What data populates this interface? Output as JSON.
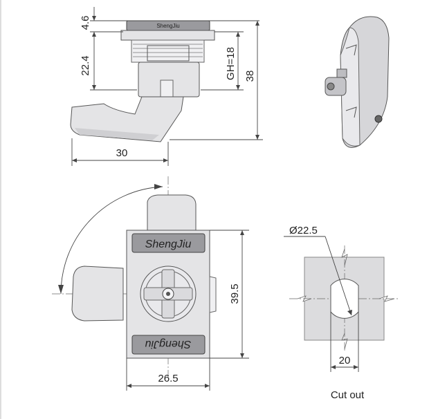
{
  "dimensions": {
    "d_4_6": "4.6",
    "d_22_4": "22.4",
    "d_gh": "GH=18",
    "d_38": "38",
    "d_30": "30",
    "d_39_5": "39.5",
    "d_26_5": "26.5",
    "d_dia": "Ø22.5",
    "d_20": "20"
  },
  "labels": {
    "cutout": "Cut out",
    "brand_top": "ShengJiu",
    "brand_bottom": "ShengJiu",
    "side_brand": "ShengJiu"
  },
  "colors": {
    "line": "#444444",
    "body": "#e4e4e6",
    "dark": "#9a9a9e",
    "plate": "#dcdcde"
  }
}
